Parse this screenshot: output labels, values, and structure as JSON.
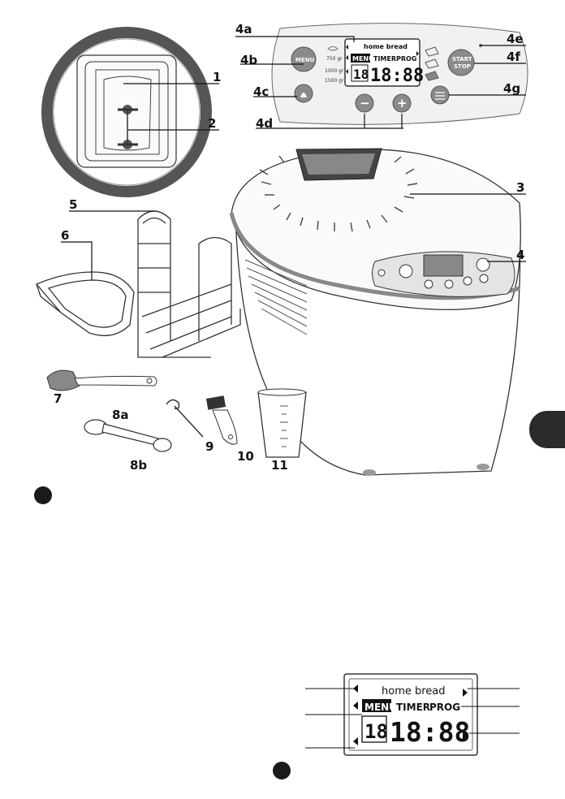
{
  "labels": {
    "l4a": "4a",
    "l4b": "4b",
    "l4c": "4c",
    "l4d": "4d",
    "l4e": "4e",
    "l4f": "4f",
    "l4g": "4g",
    "l1": "1",
    "l2": "2",
    "l3": "3",
    "l4": "4",
    "l5": "5",
    "l6": "6",
    "l7": "7",
    "l8a": "8a",
    "l8b": "8b",
    "l9": "9",
    "l10": "10",
    "l11": "11"
  },
  "panel": {
    "brand": "home bread",
    "menu": "MENU",
    "timer": "TIMER",
    "prog": "PROG",
    "prog_digits": "18",
    "time_digits": "18:88",
    "start": "START",
    "stop": "STOP",
    "weight1": "750 gr",
    "weight2": "1000 gr",
    "weight3": "1500 gr",
    "minus": "−",
    "plus": "+"
  },
  "lcd": {
    "brand": "home bread",
    "menu": "MENU",
    "timer": "TIMER",
    "prog": "PROG",
    "prog_digits": "18",
    "time_digits": "18:88"
  }
}
